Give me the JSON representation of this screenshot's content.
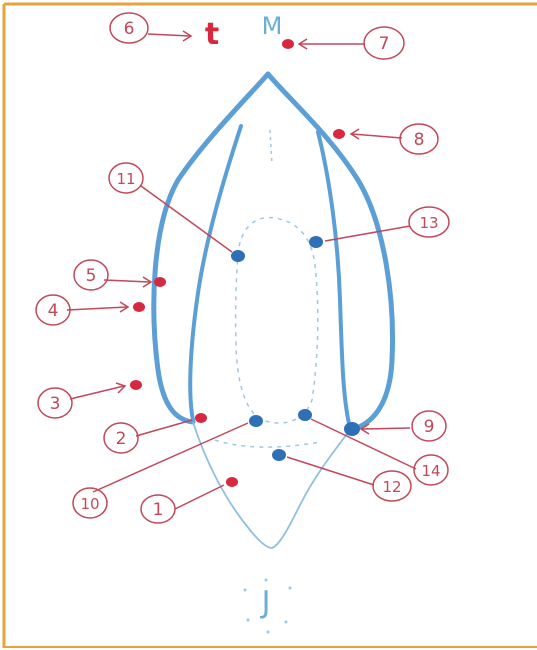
{
  "diagram": {
    "labels": {
      "n1": "1",
      "n2": "2",
      "n3": "3",
      "n4": "4",
      "n5": "5",
      "n6": "6",
      "n7": "7",
      "n8": "8",
      "n9": "9",
      "n10": "10",
      "n11": "11",
      "n12": "12",
      "n13": "13",
      "n14": "14",
      "n16": "6"
    },
    "top_letter_red": "t",
    "top_letter_blue": "M",
    "bottom_letter": "J"
  },
  "colors": {
    "frame": "#e8a23c",
    "outline": "#5b9fd6",
    "red_point": "#d6283f",
    "blue_point": "#2f6fb6",
    "ink_red": "#c2485a"
  }
}
